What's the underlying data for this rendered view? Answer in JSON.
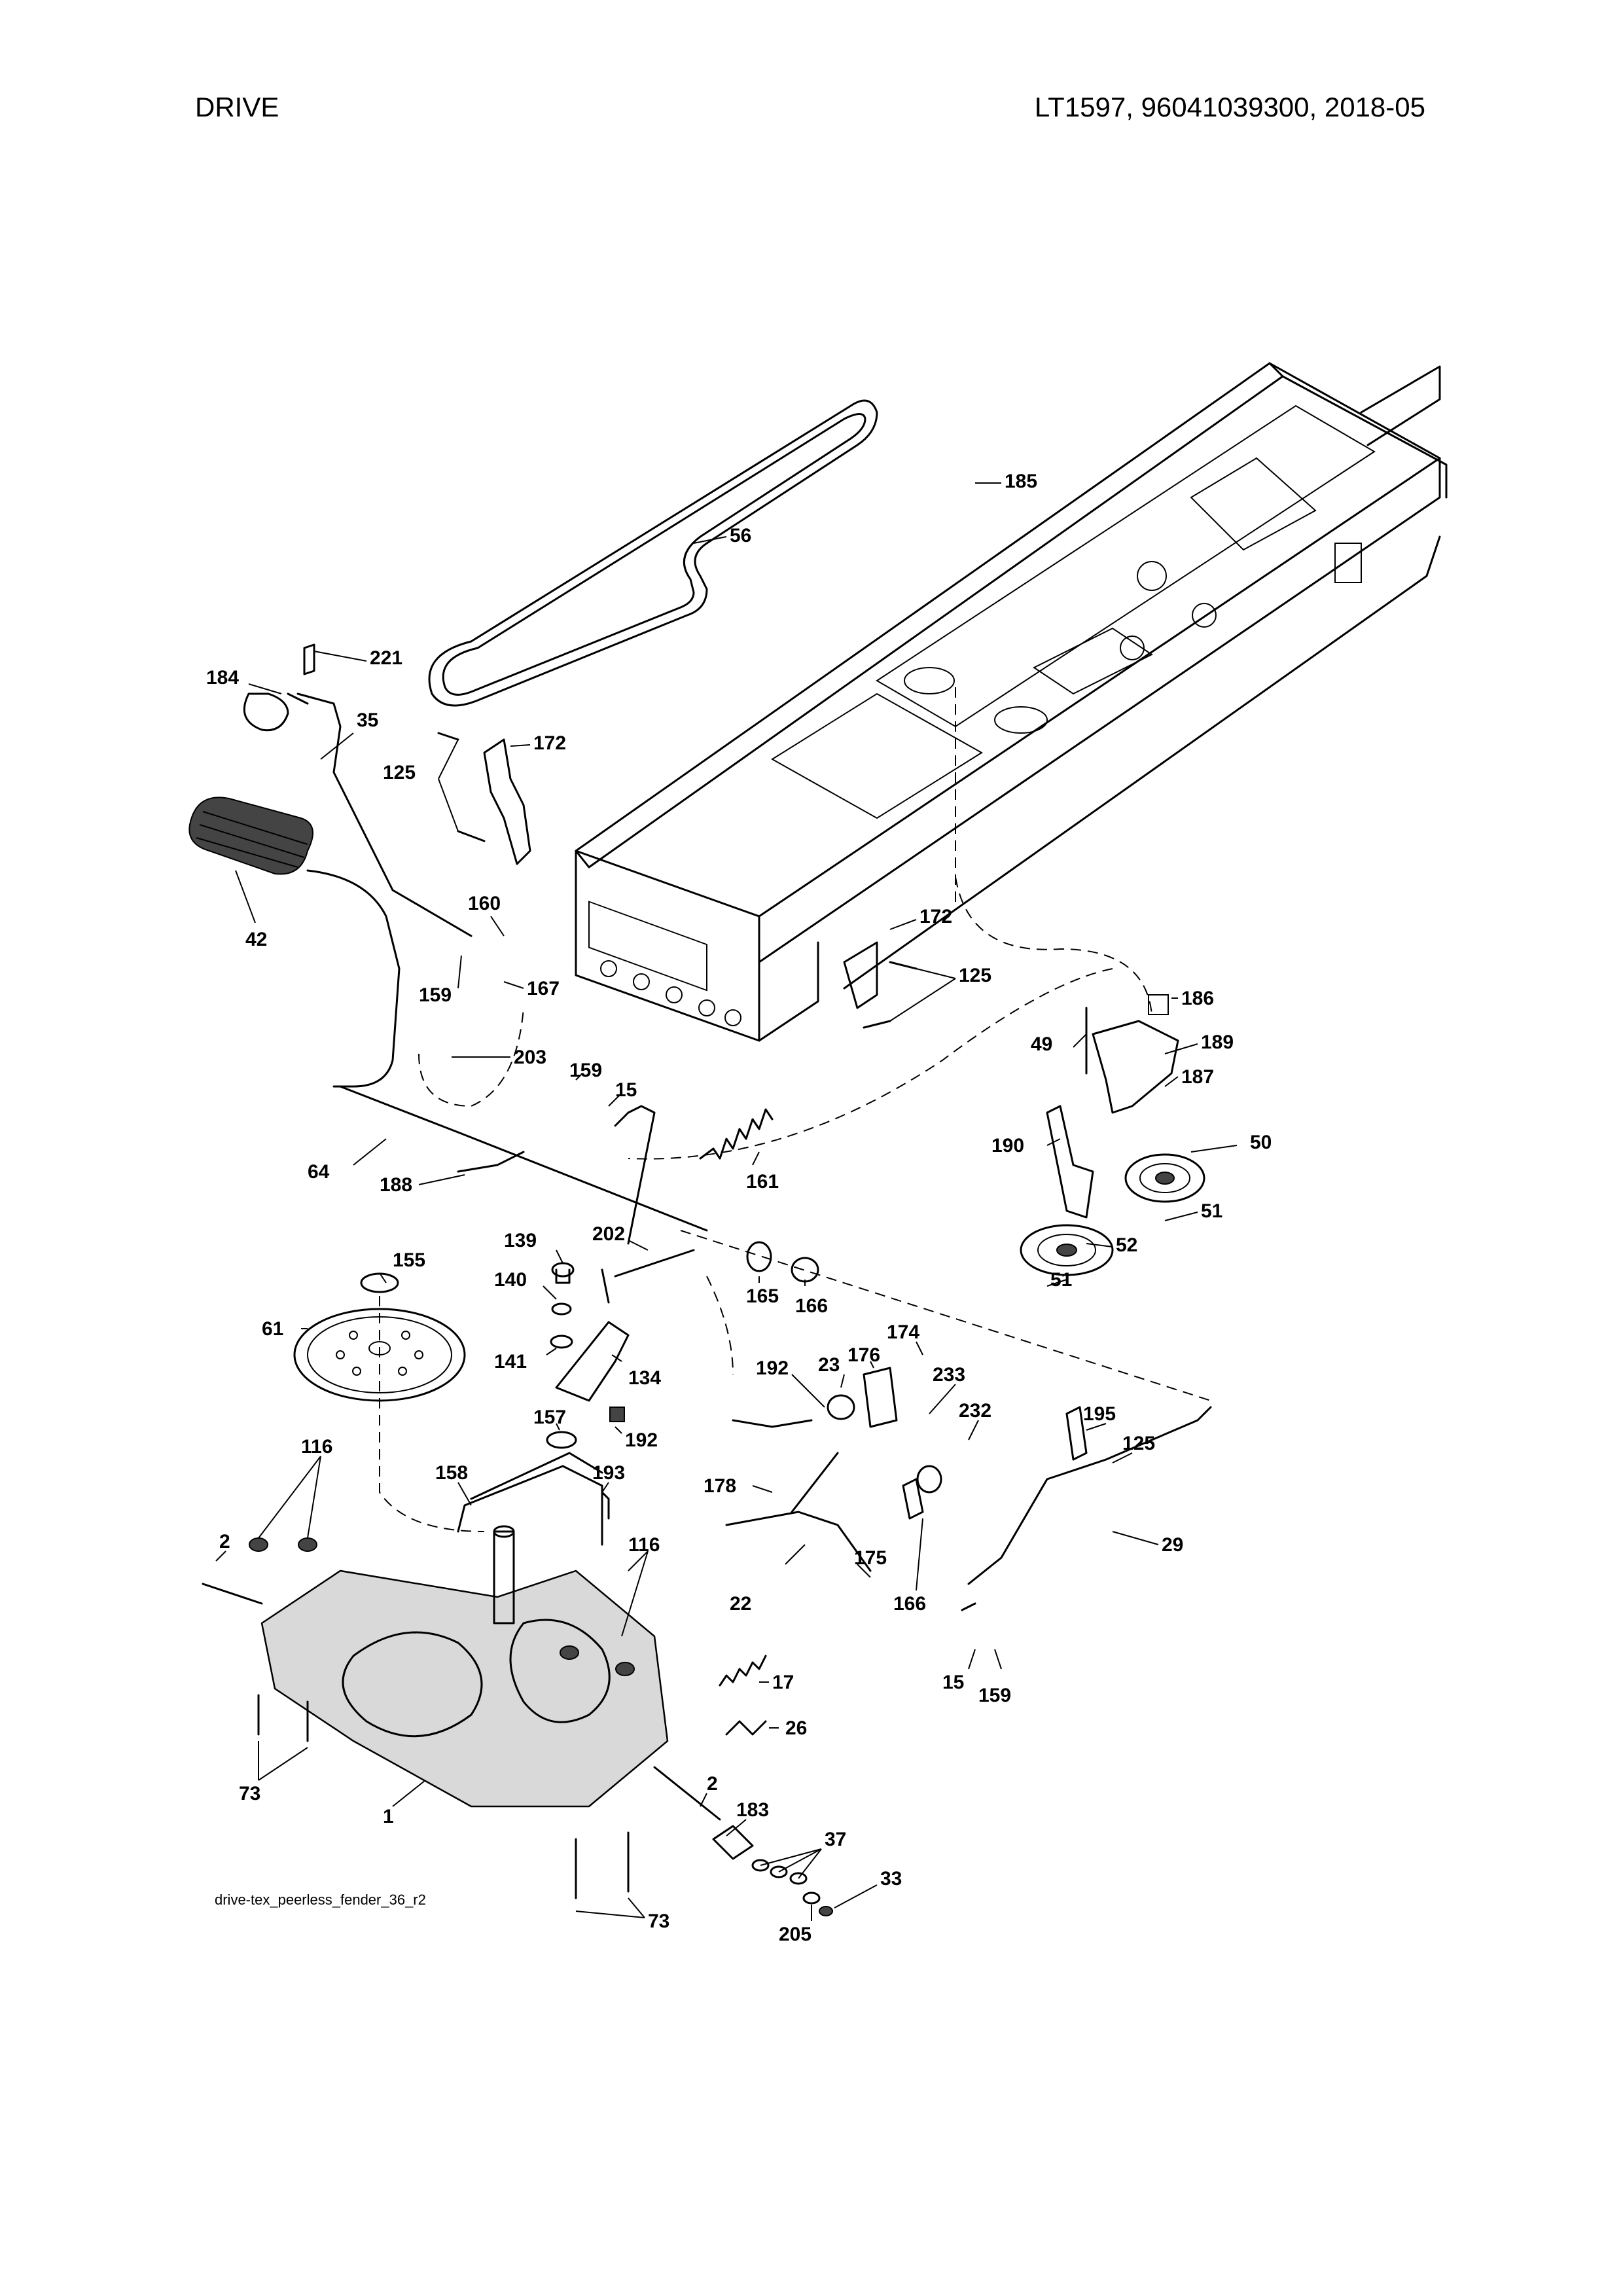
{
  "header": {
    "section": "DRIVE",
    "model_info": "LT1597, 96041039300, 2018-05"
  },
  "diagram": {
    "filename": "drive-tex_peerless_fender_36_r2",
    "callouts": {
      "c185": "185",
      "c56": "56",
      "c221": "221",
      "c184": "184",
      "c35": "35",
      "c172a": "172",
      "c125a": "125",
      "c42": "42",
      "c160": "160",
      "c159a": "159",
      "c167": "167",
      "c172b": "172",
      "c125b": "125",
      "c186": "186",
      "c49": "49",
      "c189": "189",
      "c187": "187",
      "c203": "203",
      "c159b": "159",
      "c15a": "15",
      "c64": "64",
      "c188": "188",
      "c161": "161",
      "c190": "190",
      "c50": "50",
      "c51a": "51",
      "c52": "52",
      "c51b": "51",
      "c139": "139",
      "c202": "202",
      "c155": "155",
      "c140": "140",
      "c165": "165",
      "c166a": "166",
      "c61": "61",
      "c141": "141",
      "c134": "134",
      "c192a": "192",
      "c23": "23",
      "c176": "176",
      "c174": "174",
      "c233": "233",
      "c157": "157",
      "c192b": "192",
      "c232": "232",
      "c195": "195",
      "c125c": "125",
      "c116a": "116",
      "c158": "158",
      "c193": "193",
      "c178": "178",
      "c29": "29",
      "c2a": "2",
      "c116b": "116",
      "c175": "175",
      "c22": "22",
      "c166b": "166",
      "c15b": "15",
      "c159c": "159",
      "c17": "17",
      "c26": "26",
      "c73a": "73",
      "c1": "1",
      "c2b": "2",
      "c183": "183",
      "c37": "37",
      "c33": "33",
      "c205": "205",
      "c73b": "73"
    }
  }
}
